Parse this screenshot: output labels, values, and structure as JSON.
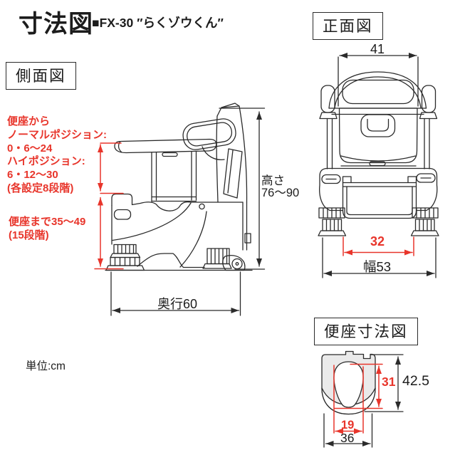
{
  "page": {
    "title": "寸法図",
    "product": "■FX-30 ″らくゾウくん″",
    "unit_note": "単位:cm"
  },
  "colors": {
    "accent_red": "#e8352b",
    "line_black": "#2b2b2b",
    "seat_fill": "#eaeaea"
  },
  "side_view": {
    "label": "側面図",
    "seat_to_table_note": {
      "line1": "便座から",
      "line2": "ノーマルポジション:",
      "line3": "0・6〜24",
      "line4": "ハイポジション:",
      "line5": "6・12〜30",
      "line6": "(各設定8段階)"
    },
    "floor_to_seat_note": {
      "line1": "便座まで35〜49",
      "line2": "(15段階)"
    },
    "height": {
      "label": "高さ",
      "value": "76〜90"
    },
    "depth": "奥行60"
  },
  "front_view": {
    "label": "正面図",
    "top_width": "41",
    "inner_width": "32",
    "total_width": "幅53"
  },
  "seat_view": {
    "label": "便座寸法図",
    "opening_depth": "31",
    "total_depth": "42.5",
    "opening_width": "19",
    "total_width": "36"
  }
}
